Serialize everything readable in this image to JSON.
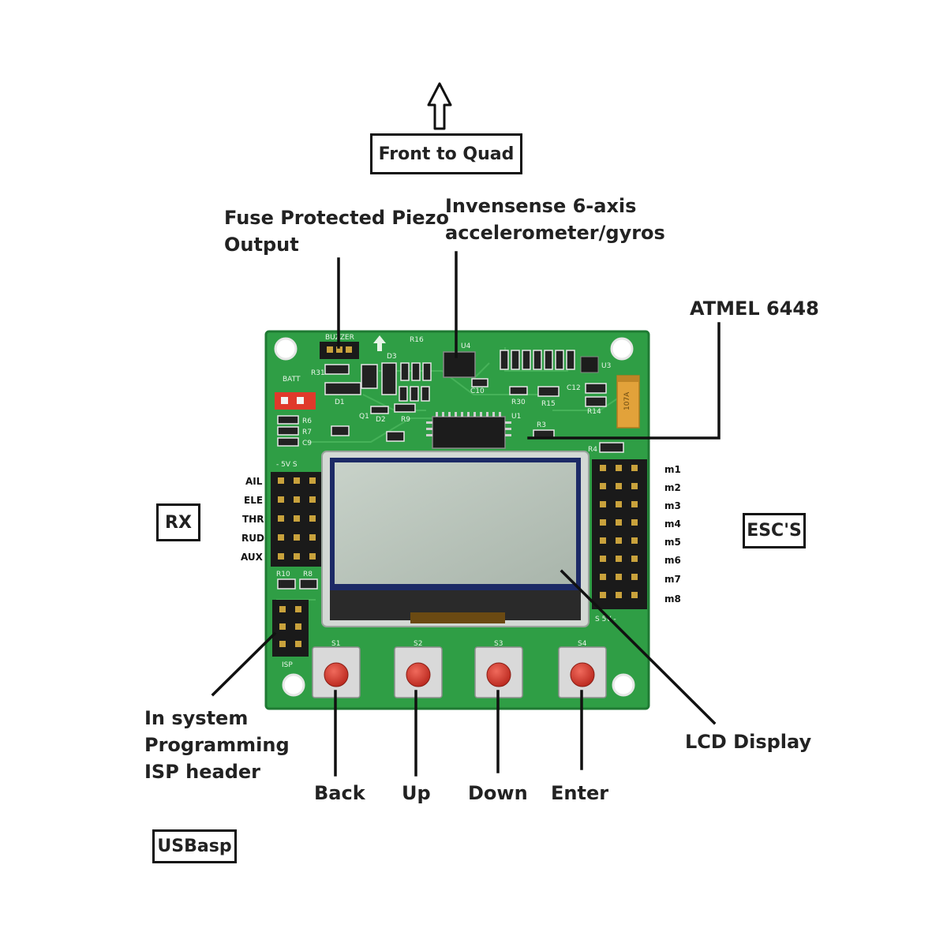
{
  "boxes": {
    "front": "Front to Quad",
    "rx": "RX",
    "escs": "ESC'S",
    "usbasp": "USBasp"
  },
  "callouts": {
    "piezo_line1": "Fuse Protected Piezo",
    "piezo_line2": "Output",
    "gyro_line1": "Invensense 6-axis",
    "gyro_line2": "accelerometer/gyros",
    "atmel": "ATMEL 6448",
    "lcd": "LCD Display",
    "isp_line1": "In system",
    "isp_line2": "Programming",
    "isp_line3": "ISP header"
  },
  "buttons": {
    "back": "Back",
    "up": "Up",
    "down": "Down",
    "enter": "Enter"
  },
  "rx_channels": [
    "AIL",
    "ELE",
    "THR",
    "RUD",
    "AUX"
  ],
  "motor_outputs": [
    "m1",
    "m2",
    "m3",
    "m4",
    "m5",
    "m6",
    "m7",
    "m8"
  ],
  "silkscreen": {
    "buzzer": "BUZZER",
    "batt": "BATT",
    "rx_header": "-  5V  S",
    "esc_header": "S  5V  -",
    "isp": "ISP",
    "s1": "S1",
    "s2": "S2",
    "s3": "S3",
    "s4": "S4",
    "u4": "U4",
    "u3": "U3",
    "u1": "U1",
    "r16": "R16",
    "r31": "R31",
    "d3": "D3",
    "d1": "D1",
    "d2": "D2",
    "q1": "Q1",
    "r6": "R6",
    "r7": "R7",
    "c9": "C9",
    "r10": "R10",
    "r8": "R8",
    "c10": "C10",
    "c12": "C12",
    "r14": "R14",
    "r15": "R15",
    "r30": "R30",
    "r3": "R3",
    "r4": "R4",
    "r9": "R9",
    "tantalum": "107A"
  },
  "colors": {
    "pcb": "#2f9e45",
    "pcb_dark": "#1f7a33",
    "lcd": "#b9c4bc",
    "button_cap": "#d8362b",
    "header": "#1a1a1a",
    "jumper_red": "#e0392b",
    "tantalum": "#e2a23a"
  }
}
